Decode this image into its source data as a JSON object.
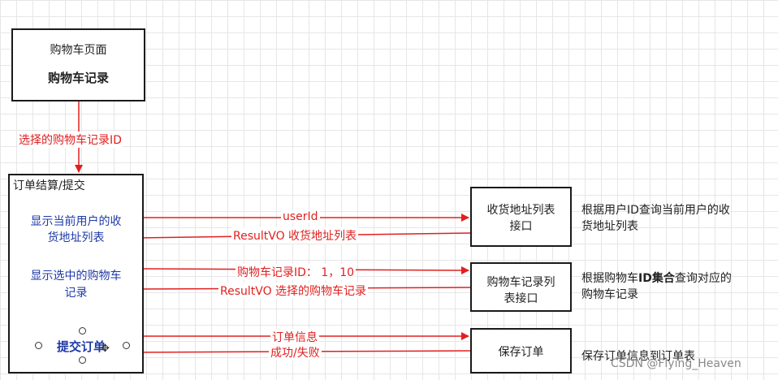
{
  "cart_page": {
    "title": "购物车页面",
    "subtitle": "购物车记录"
  },
  "edge_label_selected_ids": "选择的购物车记录ID",
  "checkout": {
    "title": "订单结算/提交",
    "address_line1": "显示当前用户的收",
    "address_line2": "货地址列表",
    "cart_line1": "显示选中的购物车",
    "cart_line2": "记录",
    "submit": "提交订单"
  },
  "arrows": {
    "user_id": "userId",
    "address_result": "ResultVO 收货地址列表",
    "cart_ids": "购物车记录ID： 1，10",
    "cart_result": "ResultVO 选择的购物车记录",
    "order_info": "订单信息",
    "result": "成功/失败"
  },
  "apis": {
    "address_api_line1": "收货地址列表",
    "address_api_line2": "接口",
    "cart_api_line1": "购物车记录列",
    "cart_api_line2": "表接口",
    "save_order": "保存订单"
  },
  "notes": {
    "address_note_line1": "根据用户ID查询当前用户的收",
    "address_note_line2": "货地址列表",
    "cart_note_line1_a": "根据购物车",
    "cart_note_line1_b": "ID集合",
    "cart_note_line1_c": "查询对应的",
    "cart_note_line2": "购物车记录",
    "save_note": "保存订单信息到订单表"
  },
  "watermark": "CSDN @Flying_Heaven",
  "colors": {
    "box_border": "#1a1a1a",
    "arrow": "#e02020",
    "blue_text": "#1f3aa8"
  }
}
